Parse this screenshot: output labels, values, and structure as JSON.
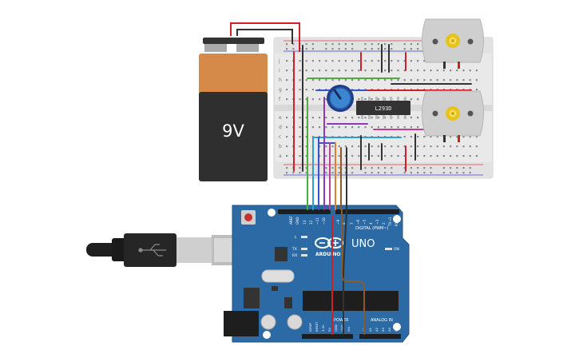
{
  "battery": {
    "label": "9V"
  },
  "driver_chip": {
    "label": "L293D"
  },
  "arduino": {
    "brand": "ARDUINO",
    "model": "UNO",
    "digital_header": "DIGITAL (PWM~)",
    "power_header": "POWER",
    "analog_header": "ANALOG IN",
    "led_l": "L",
    "led_tx": "TX",
    "led_rx": "RX",
    "led_on": "ON",
    "aref": "AREF",
    "gnd": "GND",
    "digital_pins": [
      "13",
      "12",
      "~11",
      "~10",
      "~9",
      "8",
      "7",
      "~6",
      "~5",
      "4",
      "~3",
      "2",
      "TX→1",
      "RX←0"
    ],
    "power_pins": [
      "IOREF",
      "RESET",
      "3.3V",
      "5V",
      "GND",
      "GND",
      "Vin"
    ],
    "analog_pins": [
      "A0",
      "A1",
      "A2",
      "A3",
      "A4",
      "A5"
    ]
  },
  "breadboard": {
    "row_letters_top": [
      "j",
      "i",
      "h",
      "g",
      "f"
    ],
    "row_letters_bottom": [
      "e",
      "d",
      "c",
      "b",
      "a"
    ]
  },
  "colors": {
    "wire_red": "#d0202a",
    "wire_black": "#333333",
    "wire_green": "#4caf3a",
    "wire_blue": "#3c52c8",
    "wire_purple": "#8a3ab9",
    "wire_magenta": "#c03d9a",
    "wire_orange": "#d9822b",
    "wire_brown": "#8b5a2b",
    "wire_cyan": "#2d9fd0",
    "board_blue": "#2b6aa5",
    "battery_orange": "#d58a4a"
  }
}
